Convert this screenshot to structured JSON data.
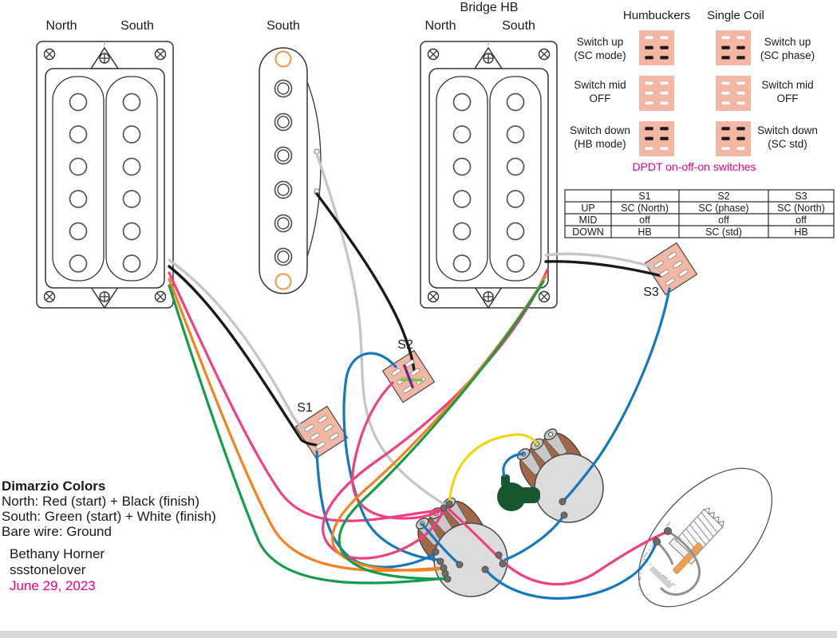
{
  "pickups": {
    "neck": {
      "left_label": "North",
      "right_label": "South"
    },
    "middle": {
      "label": "South"
    },
    "bridge": {
      "title": "Bridge HB",
      "left_label": "North",
      "right_label": "South"
    }
  },
  "legend": {
    "hb_title": "Humbuckers",
    "sc_title": "Single Coil",
    "left_labels": [
      {
        "l1": "Switch up",
        "l2": "(SC mode)"
      },
      {
        "l1": "Switch mid",
        "l2": "OFF"
      },
      {
        "l1": "Switch down",
        "l2": "(HB mode)"
      }
    ],
    "right_labels": [
      {
        "l1": "Switch up",
        "l2": "(SC phase)"
      },
      {
        "l1": "Switch mid",
        "l2": "OFF"
      },
      {
        "l1": "Switch down",
        "l2": "(SC std)"
      }
    ],
    "caption": "DPDT on-off-on switches",
    "patterns": {
      "up": [
        "#ffffff",
        "#1a1a1a",
        "#1a1a1a"
      ],
      "mid": [
        "#ffffff",
        "#ffffff",
        "#ffffff"
      ],
      "down": [
        "#1a1a1a",
        "#1a1a1a",
        "#ffffff"
      ]
    }
  },
  "switch_table": {
    "headers": [
      "",
      "S1",
      "S2",
      "S3"
    ],
    "rows": [
      {
        "label": "UP",
        "s1": "SC (North)",
        "s2": "SC (phase)",
        "s3": "SC (North)"
      },
      {
        "label": "MID",
        "s1": "off",
        "s2": "off",
        "s3": "off"
      },
      {
        "label": "DOWN",
        "s1": "HB",
        "s2": "SC (std)",
        "s3": "HB"
      }
    ]
  },
  "switches": {
    "s1": "S1",
    "s2": "S2",
    "s3": "S3"
  },
  "notes": {
    "title": "Dimarzio Colors",
    "north": "North: Red (start) + Black (finish)",
    "south": "South: Green (start) + White (finish)",
    "bare": "Bare wire: Ground",
    "author": "Bethany Horner",
    "handle": "ssstonelover",
    "date": "June 29, 2023"
  },
  "colors": {
    "red_wire": "#ef4181",
    "green_wire": "#169c4b",
    "orange_wire": "#f58220",
    "blue_wire": "#1478bd",
    "yellow_wire": "#f2d50e",
    "white_wire": "#c6c6c6",
    "black_wire": "#1a1a1a",
    "purple_wire": "#722b8d",
    "jumper_green": "#7cc142",
    "switch_fill": "#f4b7a4",
    "magenta": "#ec008c",
    "cap_green": "#17572f",
    "pot_gray": "#dcdcdc",
    "lug_brown": "#a26648",
    "jack_orange": "#eda053"
  }
}
